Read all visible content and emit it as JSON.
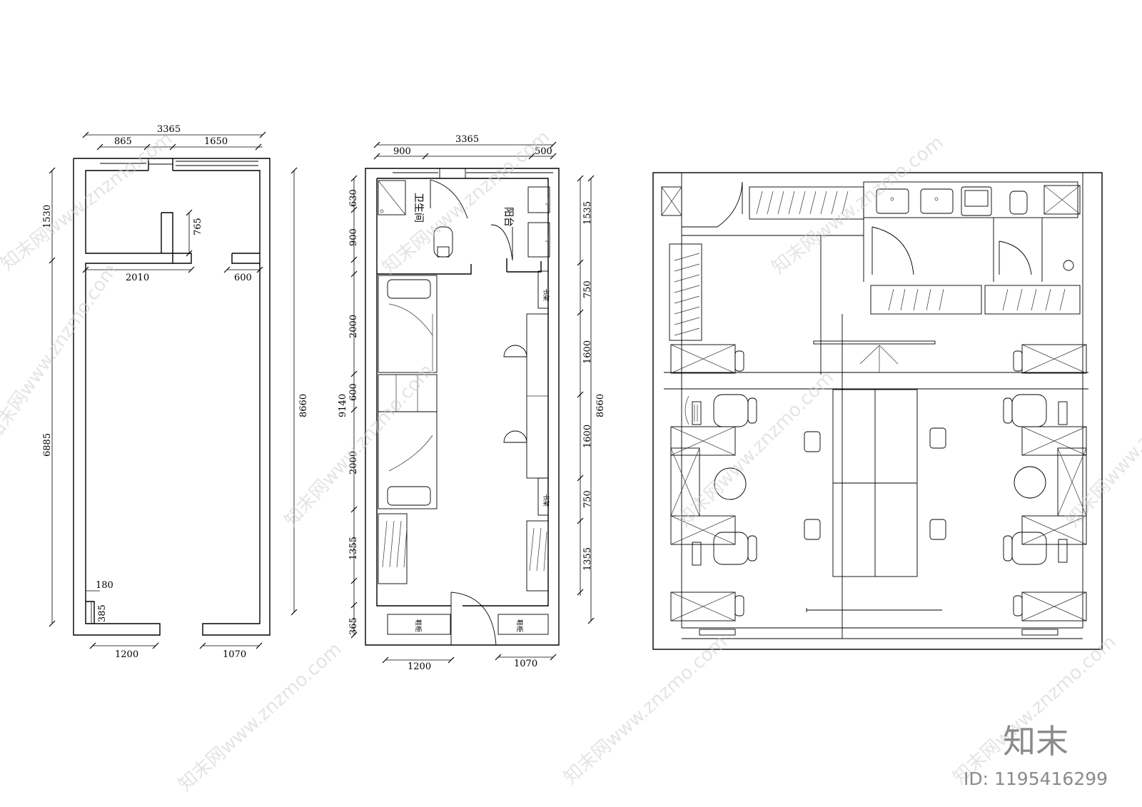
{
  "plan1": {
    "dims": {
      "total_w": "3365",
      "top_a": "865",
      "top_b": "1650",
      "left_upper": "1530",
      "left_lower": "6885",
      "right_total": "8660",
      "nub": "765",
      "mid_a": "2010",
      "mid_b": "600",
      "corner_a": "180",
      "corner_b": "385",
      "bot_a": "1200",
      "bot_b": "1070"
    }
  },
  "plan2": {
    "dims": {
      "total_w": "3365",
      "top_a": "900",
      "top_b": "500",
      "left_total": "9140",
      "l1": "630",
      "l2": "900",
      "l3": "2000",
      "l4": "600",
      "l5": "2000",
      "l6": "1355",
      "l7": "365",
      "r1": "1535",
      "r2": "750",
      "r3": "1600",
      "r4": "1600",
      "r5": "750",
      "r6": "1355",
      "right_total": "8660",
      "bot_a": "1200",
      "bot_b": "1070"
    },
    "labels": {
      "bathroom": "卫生间",
      "balcony": "阳台",
      "shelf": "书架",
      "cabinet": "鞋柜"
    }
  },
  "watermark": {
    "text": "知末网www.znzmo.com",
    "logo": "知末",
    "id": "ID: 1195416299"
  }
}
